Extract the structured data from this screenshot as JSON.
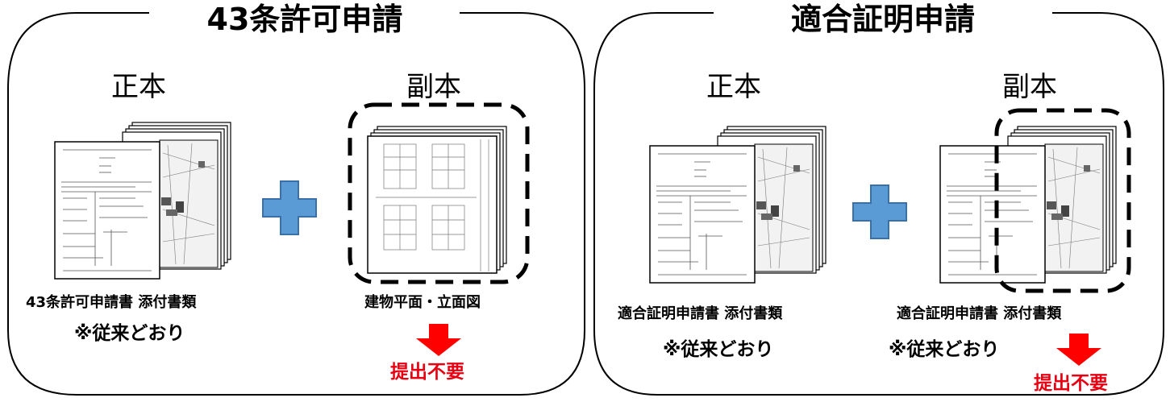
{
  "colors": {
    "plus": "#5b9bd5",
    "arrow": "#ff0000",
    "red_text": "#e60012"
  },
  "left_panel": {
    "title": "43条許可申請",
    "headings": {
      "original": "正本",
      "copy": "副本"
    },
    "original_caption": "43条許可申請書 添付書類",
    "original_note": "※従来どおり",
    "copy_caption": "建物平面・立面図",
    "copy_status": "提出不要"
  },
  "right_panel": {
    "title": "適合証明申請",
    "headings": {
      "original": "正本",
      "copy": "副本"
    },
    "original_caption": "適合証明申請書 添付書類",
    "original_note": "※従来どおり",
    "copy_caption": "適合証明申請書 添付書類",
    "copy_note": "※従来どおり",
    "copy_status": "提出不要"
  },
  "icons": [
    "document-stack-icon",
    "plus-icon",
    "floor-plan-icon",
    "down-arrow-icon",
    "dashed-box"
  ]
}
